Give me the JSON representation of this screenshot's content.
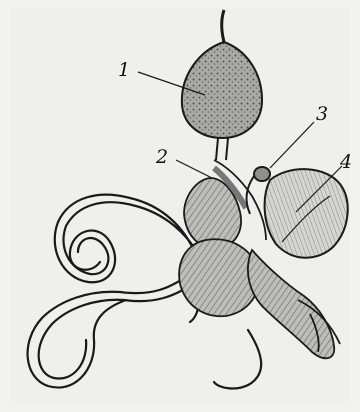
{
  "labels": [
    {
      "id": "1",
      "text": "1"
    },
    {
      "id": "2",
      "text": "2"
    },
    {
      "id": "3",
      "text": "3"
    },
    {
      "id": "4",
      "text": "4"
    }
  ],
  "colors": {
    "background": "#f7f7f5",
    "ink": "#1a1a1a",
    "organ_fill": "#9a9a96",
    "organ_light": "#cfcfcb"
  }
}
